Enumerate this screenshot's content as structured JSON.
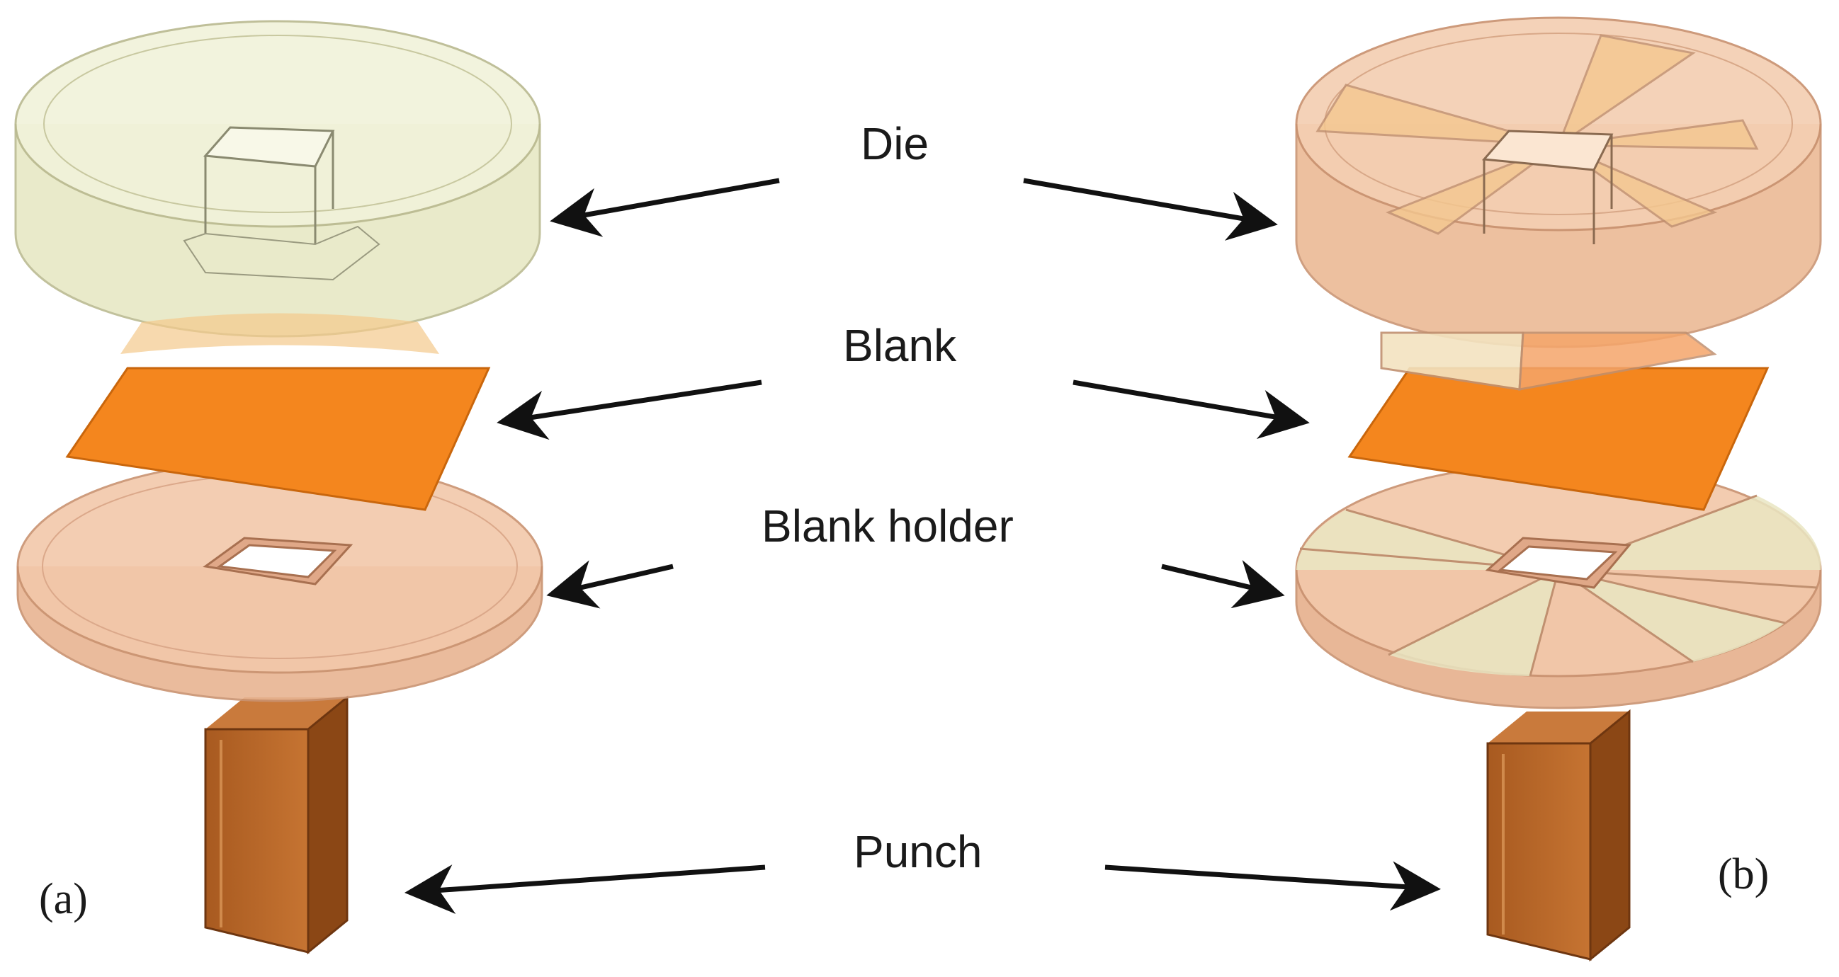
{
  "labels": {
    "die": "Die",
    "blank": "Blank",
    "blank_holder": "Blank holder",
    "punch": "Punch"
  },
  "panels": {
    "left": "(a)",
    "right": "(b)"
  },
  "colors": {
    "die_left": "#eaeccc",
    "die_right": "#f1c9a8",
    "blank": "#f4861e",
    "holder": "#f1c5a6",
    "holder_segment_alt": "#e9e5c2",
    "punch": "#b76526",
    "arrow": "#111111"
  }
}
